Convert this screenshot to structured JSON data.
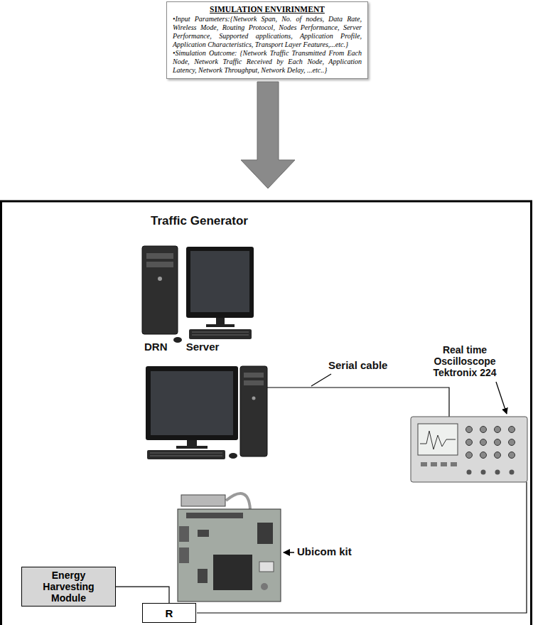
{
  "diagram": {
    "nodes": [
      {
        "text": [
          "SIMULATION ENVIRINMENT",
          "•Input Parameters:{Network Span, No. of nodes, Data Rate, Wireless Mode, Routing Protocol, Nodes Performance, Server Performance, Supported applications, Application Profile, Application Characteristics, Transport Layer Features,...etc.}",
          "•Simulation Outcome: {Network Traffic Transmitted From Each Node, Network Traffic Received by Each Node, Application Latency, Network Throughput, Network Delay, ...etc..}"
        ]
      },
      {
        "text": [
          "Energy Harvesting Module"
        ]
      },
      {
        "text": [
          "R"
        ]
      }
    ],
    "edges": [
      {
        "from": 1,
        "to": 2,
        "arrow": "none"
      }
    ],
    "labels": [
      "Traffic Generator",
      "DRN Server",
      "Serial cable",
      "Real time Oscilloscope Tektronix 224",
      "Ubicom kit"
    ]
  }
}
